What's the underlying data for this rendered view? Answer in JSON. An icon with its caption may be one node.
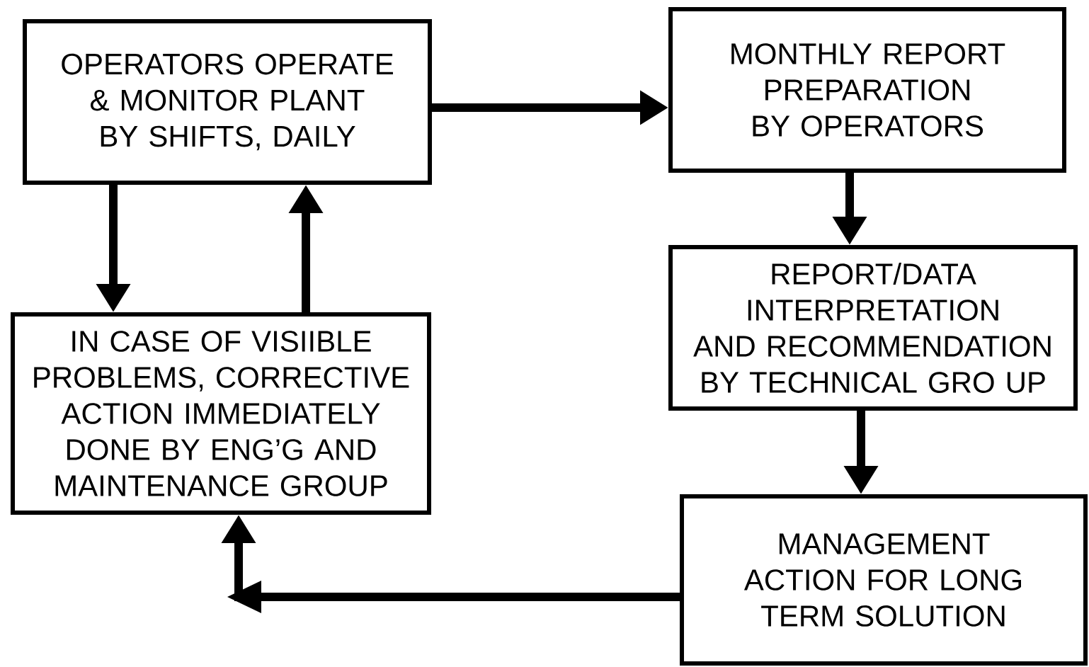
{
  "diagram": {
    "nodes": [
      {
        "text": [
          "OPERATORS OPERATE & MONITOR PLANT BY SHIFTS, DAILY"
        ]
      },
      {
        "text": [
          "MONTHLY REPORT PREPARATION BY OPERATORS"
        ]
      },
      {
        "text": [
          "REPORT/DATA INTERPRETATION AND RECOMMENDATION BY TECHNICAL GRO UP"
        ]
      },
      {
        "text": [
          "IN CASE OF VISIIBLE PROBLEMS, CORRECTIVE ACTION IMMEDIATELY DONE BY ENG’G AND MAINTENANCE GROUP"
        ]
      },
      {
        "text": [
          "MANAGEMENT ACTION FOR LONG TERM SOLUTION"
        ]
      }
    ],
    "edges": [
      {
        "from": 0,
        "to": 1,
        "arrow": "to"
      },
      {
        "from": 1,
        "to": 2,
        "arrow": "to"
      },
      {
        "from": 2,
        "to": 4,
        "arrow": "to"
      },
      {
        "from": 0,
        "to": 3,
        "arrow": "to"
      },
      {
        "from": 3,
        "to": 0,
        "arrow": "to"
      },
      {
        "from": 4,
        "to": 3,
        "arrow": "to"
      }
    ]
  }
}
